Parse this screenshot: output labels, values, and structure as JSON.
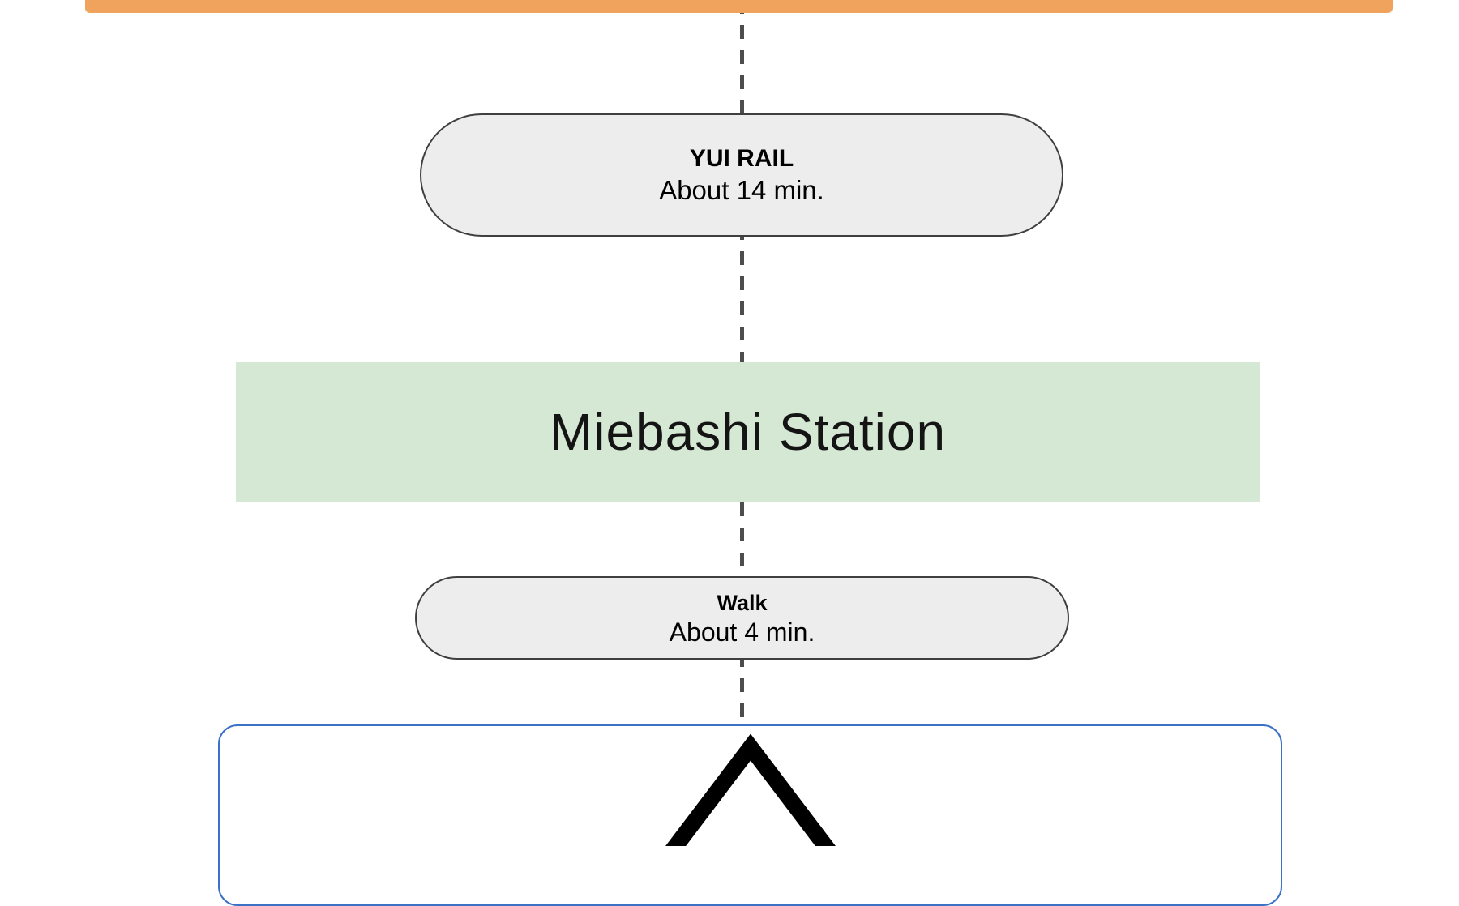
{
  "diagram": {
    "top_station_bar": {
      "color": "#F0A35C"
    },
    "connector": {
      "style": "dashed",
      "color": "#4d4d4d"
    },
    "segments": [
      {
        "mode": "YUI RAIL",
        "duration": "About 14 min."
      },
      {
        "mode": "Walk",
        "duration": "About 4 min."
      }
    ],
    "station": {
      "name": "Miebashi Station",
      "color": "#D5E8D4"
    },
    "destination": {
      "icon": "home",
      "border_color": "#3B72C8"
    }
  }
}
